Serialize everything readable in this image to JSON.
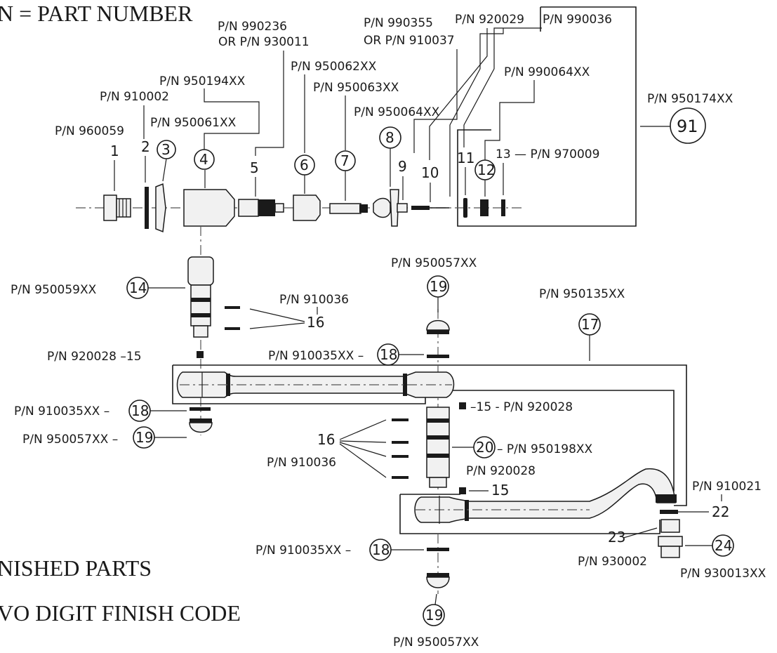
{
  "legend": {
    "pn": "N = PART NUMBER",
    "finished": "NISHED PARTS",
    "finish_code": "VO DIGIT FINISH CODE"
  },
  "labels": {
    "l1_pn": "P/N 960059",
    "l1_num": "1",
    "l2_pn": "P/N 910002",
    "l2_num": "2",
    "l3_pn": "P/N 950061XX",
    "l3_num": "3",
    "l4_pn": "P/N 950194XX",
    "l4_num": "4",
    "l5_pn_a": "P/N 990236",
    "l5_pn_b": "OR P/N 930011",
    "l5_num": "5",
    "l6_pn": "P/N 950062XX",
    "l6_num": "6",
    "l7_pn": "P/N 950063XX",
    "l7_num": "7",
    "l8_pn": "P/N 950064XX",
    "l8_num": "8",
    "l9_pn_a": "P/N 990355",
    "l9_pn_b": "OR P/N 910037",
    "l9_num": "9",
    "l10_pn": "P/N 920029",
    "l10_num": "10",
    "l11_pn": "P/N 990036",
    "l11_num": "11",
    "l12_pn": "P/N 990064XX",
    "l12_num": "12",
    "l13": "13 — P/N 970009",
    "l91_pn": "P/N 950174XX",
    "l91_num": "91",
    "l14": "P/N 950059XX",
    "l14_num": "14",
    "l16a_pn": "P/N 910036",
    "l16a_num": "16",
    "l15a": "P/N 920028 –15",
    "l19a_pn": "P/N 950057XX",
    "l19a_num": "19",
    "l18a": "P/N 910035XX –",
    "l18a_num": "18",
    "l17_pn": "P/N 950135XX",
    "l17_num": "17",
    "l18b": "P/N 910035XX –",
    "l18b_num": "18",
    "l19b": "P/N 950057XX –",
    "l19b_num": "19",
    "l15b": "–15 - P/N 920028",
    "l16b_num": "16",
    "l16b_pn": "P/N 910036",
    "l20_num": "20",
    "l20_pn": "– P/N 950198XX",
    "l15c_pn": "P/N 920028",
    "l15c_num": "15",
    "l21_pn": "P/N 910021",
    "l22_num": "22",
    "l23_num": "23",
    "l23_pn": "P/N 930002",
    "l24_num": "24",
    "l24_pn": "P/N 930013XX",
    "l18c": "P/N 910035XX –",
    "l18c_num": "18",
    "l19c_num": "19",
    "l19c_pn": "P/N 950057XX"
  }
}
